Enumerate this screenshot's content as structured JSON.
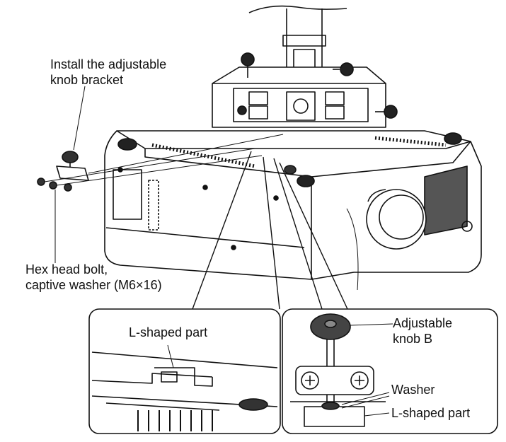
{
  "labels": {
    "install_line1": "Install the adjustable",
    "install_line2": "knob bracket",
    "hexbolt_line1": "Hex head bolt,",
    "hexbolt_line2": "captive washer (M6×16)",
    "lshaped_left": "L-shaped part",
    "adj_knob_line1": "Adjustable",
    "adj_knob_line2": "knob B",
    "washer": "Washer",
    "lshaped_right": "L-shaped part"
  }
}
